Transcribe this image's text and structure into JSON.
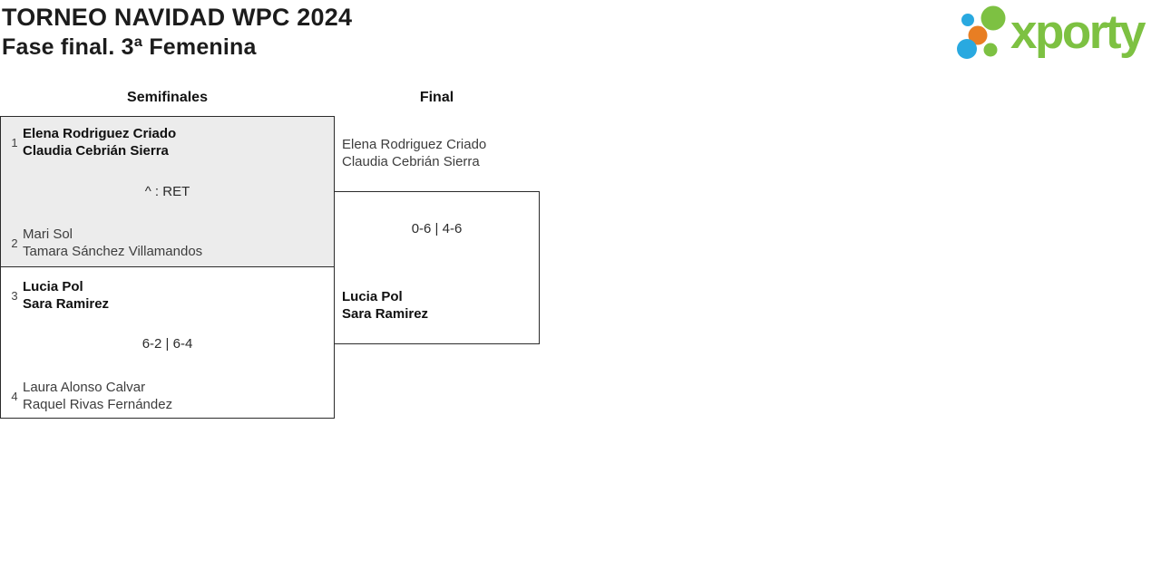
{
  "page": {
    "title": "TORNEO NAVIDAD WPC 2024",
    "subtitle": "Fase final. 3ª Femenina"
  },
  "logo": {
    "brand": "xporty",
    "colors": {
      "green": "#7dc142",
      "blue": "#29a9e0",
      "orange": "#e87e23"
    }
  },
  "bracket": {
    "round1_label": "Semifinales",
    "round2_label": "Final",
    "semifinal1": {
      "team1": {
        "seed": "1",
        "player1": "Elena Rodriguez Criado",
        "player2": "Claudia Cebrián Sierra",
        "winner": true
      },
      "score": "^ : RET",
      "team2": {
        "seed": "2",
        "player1": "Mari Sol",
        "player2": "Tamara Sánchez Villamandos",
        "winner": false
      }
    },
    "semifinal2": {
      "team1": {
        "seed": "3",
        "player1": "Lucia Pol",
        "player2": "Sara Ramirez",
        "winner": true
      },
      "score": "6-2 | 6-4",
      "team2": {
        "seed": "4",
        "player1": "Laura Alonso Calvar",
        "player2": "Raquel Rivas Fernández",
        "winner": false
      }
    },
    "final": {
      "team1": {
        "player1": "Elena Rodriguez Criado",
        "player2": "Claudia Cebrián Sierra",
        "winner": false
      },
      "score": "0-6 | 4-6",
      "team2": {
        "player1": "Lucia Pol",
        "player2": "Sara Ramirez",
        "winner": true
      }
    }
  }
}
